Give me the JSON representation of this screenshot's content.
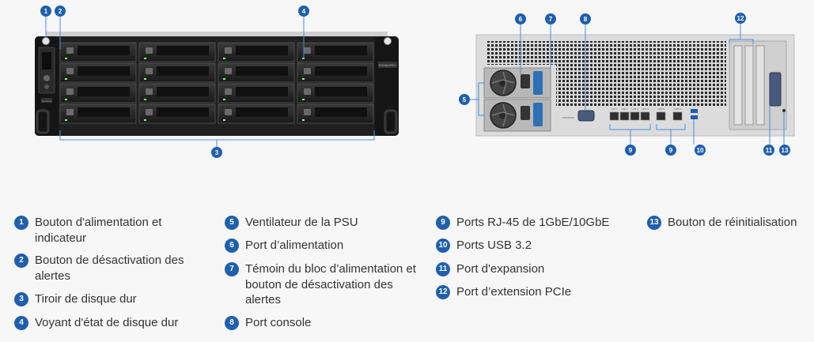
{
  "colors": {
    "callout": "#1f5fae",
    "leader": "#4a8fd6",
    "chassis": "#1e1e1e",
    "rear_panel": "#d9d9d9",
    "background": "#f7f7f7"
  },
  "callouts": {
    "c1": "1",
    "c2": "2",
    "c3": "3",
    "c4": "4",
    "c5": "5",
    "c6": "6",
    "c7": "7",
    "c8": "8",
    "c9a": "9",
    "c9b": "9",
    "c10": "10",
    "c11": "11",
    "c12": "12",
    "c13": "13"
  },
  "device": {
    "brand_label": "Synology",
    "front_badge": "RS2821RP+",
    "port_labels": [
      "LAN 1",
      "LAN 2",
      "LAN 3",
      "LAN 4",
      "LAN 5",
      "LAN 6"
    ],
    "console_label": "CONSOLE"
  },
  "legend": [
    {
      "num": "1",
      "text": "Bouton d'alimentation et indicateur"
    },
    {
      "num": "2",
      "text": "Bouton de désactivation des alertes"
    },
    {
      "num": "3",
      "text": "Tiroir de disque dur"
    },
    {
      "num": "4",
      "text": "Voyant d'état de disque dur"
    },
    {
      "num": "5",
      "text": "Ventilateur de la PSU"
    },
    {
      "num": "6",
      "text": "Port d’alimentation"
    },
    {
      "num": "7",
      "text": "Témoin du bloc d’alimentation et bouton de désactivation des alertes"
    },
    {
      "num": "8",
      "text": "Port console"
    },
    {
      "num": "9",
      "text": "Ports RJ-45 de 1GbE/10GbE"
    },
    {
      "num": "10",
      "text": "Ports USB 3.2"
    },
    {
      "num": "11",
      "text": "Port d'expansion"
    },
    {
      "num": "12",
      "text": "Port d’extension PCIe"
    },
    {
      "num": "13",
      "text": "Bouton de réinitialisation"
    }
  ]
}
